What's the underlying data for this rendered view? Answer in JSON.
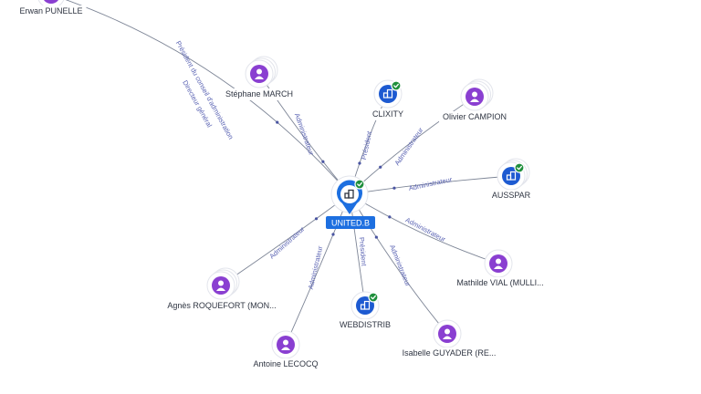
{
  "center": {
    "label": "UNITED.B",
    "type": "company",
    "verified": true,
    "color": "#1d6fe0"
  },
  "nodes": [
    {
      "id": "erwan",
      "label": "Erwan PUNELLE",
      "type": "person",
      "verified": false
    },
    {
      "id": "stephane",
      "label": "Stéphane MARCH",
      "type": "person",
      "verified": false
    },
    {
      "id": "clixity",
      "label": "CLIXITY",
      "type": "company",
      "verified": true
    },
    {
      "id": "olivier",
      "label": "Olivier CAMPION",
      "type": "person",
      "verified": false
    },
    {
      "id": "ausspar",
      "label": "AUSSPAR",
      "type": "company",
      "verified": true
    },
    {
      "id": "mathilde",
      "label": "Mathilde VIAL (MULLI...",
      "type": "person",
      "verified": false
    },
    {
      "id": "isabelle",
      "label": "Isabelle GUYADER (RE...",
      "type": "person",
      "verified": false
    },
    {
      "id": "webdistrib",
      "label": "WEBDISTRIB",
      "type": "company",
      "verified": true
    },
    {
      "id": "antoine",
      "label": "Antoine LECOCQ",
      "type": "person",
      "verified": false
    },
    {
      "id": "agnes",
      "label": "Agnès ROQUEFORT (MON...",
      "type": "person",
      "verified": false
    }
  ],
  "edges": [
    {
      "from": "erwan",
      "labels": [
        "Président du conseil d'administration",
        "Directeur général"
      ]
    },
    {
      "from": "stephane",
      "labels": [
        "Administrateur"
      ]
    },
    {
      "from": "clixity",
      "labels": [
        "Président"
      ]
    },
    {
      "from": "olivier",
      "labels": [
        "Administrateur"
      ]
    },
    {
      "from": "ausspar",
      "labels": [
        "Administrateur"
      ]
    },
    {
      "from": "mathilde",
      "labels": [
        "Administrateur"
      ]
    },
    {
      "from": "isabelle",
      "labels": [
        "Administrateur"
      ]
    },
    {
      "from": "webdistrib",
      "labels": [
        "Président"
      ]
    },
    {
      "from": "antoine",
      "labels": [
        "Administrateur"
      ]
    },
    {
      "from": "agnes",
      "labels": [
        "Administrateur"
      ]
    }
  ],
  "colors": {
    "person": "#8a3fd1",
    "company": "#1d5ad1",
    "verified": "#1f8f3c",
    "edge": "#7d8596",
    "edge_label": "#5a63b3"
  },
  "icons": {
    "person": "person-icon",
    "company": "building-icon",
    "verified": "check-badge-icon"
  }
}
